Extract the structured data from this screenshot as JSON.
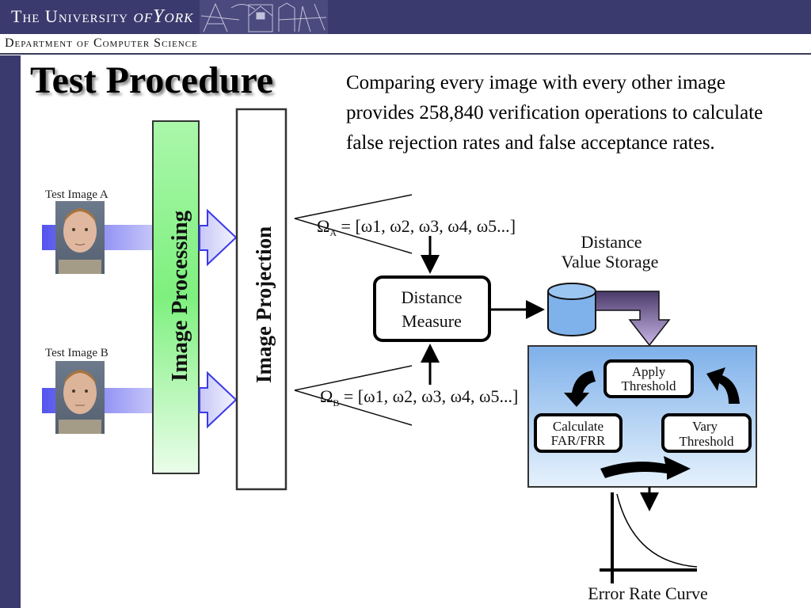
{
  "header": {
    "university_prefix": "The University ",
    "university_of": "of",
    "university_name": "York",
    "department": "Department of Computer Science"
  },
  "slide": {
    "title": "Test Procedure",
    "description": "Comparing every image with every other image provides 258,840 verification operations to calculate false rejection rates and false acceptance rates."
  },
  "diagram": {
    "test_image_a": "Test Image A",
    "test_image_b": "Test Image B",
    "image_processing": "Image Processing",
    "image_projection": "Image Projection",
    "omega_a_symbol": "Ω",
    "omega_a_sub": "A",
    "omega_b_symbol": "Ω",
    "omega_b_sub": "B",
    "vector_terms": [
      "ω1",
      "ω2",
      "ω3",
      "ω4",
      "ω5..."
    ],
    "distance_measure_line1": "Distance",
    "distance_measure_line2": "Measure",
    "storage_line1": "Distance",
    "storage_line2": "Value Storage",
    "apply_threshold_line1": "Apply",
    "apply_threshold_line2": "Threshold",
    "calculate_line1": "Calculate",
    "calculate_line2": "FAR/FRR",
    "vary_threshold_line1": "Vary",
    "vary_threshold_line2": "Threshold",
    "error_rate_curve": "Error Rate Curve"
  },
  "colors": {
    "brand_navy": "#3a3a6e",
    "processing_green": "#7ef07e",
    "arrow_blue": "#5a5af0",
    "storage_blue": "#7fb2ea",
    "loop_panel_blue": "#8ab8ee"
  }
}
